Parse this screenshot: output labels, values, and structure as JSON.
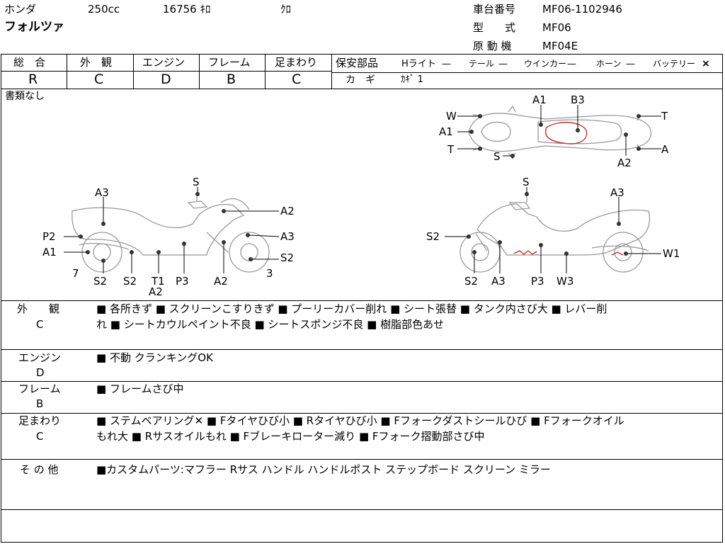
{
  "header": {
    "maker": "ホンダ",
    "displacement": "250cc",
    "mileage": "16756 ｷﾛ",
    "color": "ｸﾛ",
    "model_name": "フォルツァ",
    "frame_no_label": "車台番号",
    "frame_no": "MF06-1102946",
    "type_label": "型　　式",
    "type": "MF06",
    "engine_label": "原 動 機",
    "engine": "MF04E"
  },
  "grades": {
    "overall_label": "総　合",
    "overall": "R",
    "exterior_label": "外　観",
    "exterior": "C",
    "engine_label": "エンジン",
    "engine": "D",
    "frame_label": "フレーム",
    "frame": "B",
    "suspension_label": "足まわり",
    "suspension": "C"
  },
  "safety": {
    "label": "保安部品",
    "headlight": "Hライト",
    "headlight_status": "—",
    "tail": "テール",
    "tail_status": "—",
    "winker": "ウインカー",
    "winker_status": "—",
    "horn": "ホーン",
    "horn_status": "—",
    "battery": "バッテリー",
    "battery_status": "×",
    "key_label": "カ　ギ",
    "key_value": "ｶｷﾞ 1"
  },
  "documents": "書類なし",
  "diagram_labels": {
    "top": [
      "W",
      "A1",
      "T",
      "S",
      "A1",
      "B3",
      "T",
      "A",
      "A2"
    ],
    "left": [
      "A3",
      "S",
      "A2",
      "P2",
      "A3",
      "A1",
      "S2",
      "7",
      "S2",
      "S2",
      "T1",
      "A2",
      "P3",
      "A2",
      "3"
    ],
    "right": [
      "S",
      "A3",
      "S2",
      "W1",
      "S2",
      "A3",
      "P3",
      "W3"
    ]
  },
  "notes": {
    "exterior_label": "外　　観",
    "exterior_grade": "C",
    "exterior_text_1": "■ 各所きず ■ スクリーンこすりきず ■ プーリーカバー削れ ■ シート張替 ■ タンク内さび大 ■ レバー削",
    "exterior_text_2": "れ ■ シートカウルペイント不良 ■ シートスポンジ不良 ■ 樹脂部色あせ",
    "engine_label": "エンジン",
    "engine_grade": "D",
    "engine_text": "■ 不動 クランキングOK",
    "frame_label": "フレーム",
    "frame_grade": "B",
    "frame_text": "■ フレームさび中",
    "suspension_label": "足まわり",
    "suspension_grade": "C",
    "suspension_text_1": "■ ステムベアリング✕ ■ Fタイヤひび小 ■ Rタイヤひび小 ■ Fフォークダストシールひび ■ Fフォークオイル",
    "suspension_text_2": "もれ大 ■ Rサスオイルもれ ■ Fブレーキローター減り ■ Fフォーク摺動部さび中",
    "other_label": "そ の 他",
    "other_text": "■カスタムパーツ:マフラー Rサス ハンドル ハンドルポスト ステップボード スクリーン ミラー"
  }
}
